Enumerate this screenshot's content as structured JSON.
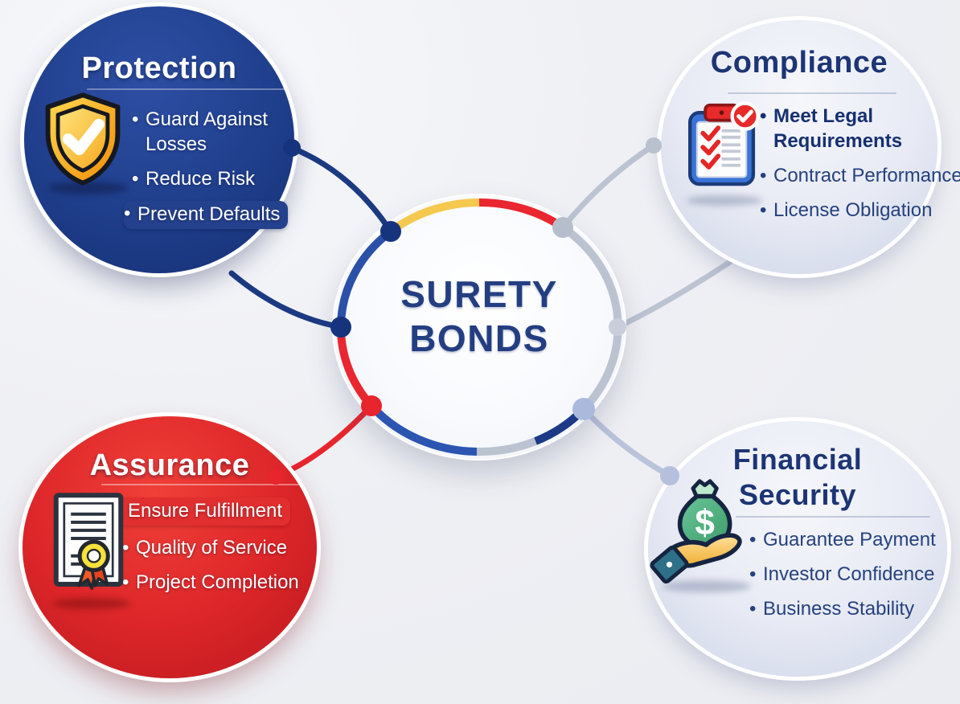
{
  "center": {
    "line1": "SURETY",
    "line2": "BONDS"
  },
  "nodes": [
    {
      "id": "protection",
      "title": "Protection",
      "icon": "shield-check-icon",
      "bullets": [
        "Guard Against Losses",
        "Reduce Risk",
        "Prevent Defaults"
      ]
    },
    {
      "id": "compliance",
      "title": "Compliance",
      "icon": "clipboard-checklist-icon",
      "bullets": [
        "Meet Legal Requirements",
        "Contract Performance",
        "License Obligation"
      ]
    },
    {
      "id": "assurance",
      "title": "Assurance",
      "icon": "certificate-ribbon-icon",
      "bullets": [
        "Ensure Fulfillment",
        "Quality of Service",
        "Project Completion"
      ]
    },
    {
      "id": "financial-security",
      "title": "Financial Security",
      "icon": "money-bag-hand-icon",
      "bullets": [
        "Guarantee Payment",
        "Investor Confidence",
        "Business Stability"
      ]
    }
  ],
  "colors": {
    "navy": "#1c3a86",
    "royal_blue": "#2c55b2",
    "red": "#e8252d",
    "gold": "#f5c84e",
    "silver": "#bcc3d0",
    "periwinkle": "#a9badd",
    "dark_node": "#20408e",
    "red_node": "#dd2629",
    "light_node": "#e7eaf4",
    "text_navy": "#1d3575",
    "text_white": "#ffffff"
  }
}
